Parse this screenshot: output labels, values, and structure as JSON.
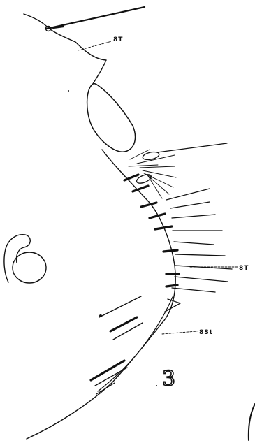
{
  "labels": {
    "tergite_upper": "8T",
    "tergite_lower": "8T",
    "sternite": "8St"
  },
  "figure_number": "3",
  "colors": {
    "ink": "#111111",
    "paper": "#ffffff"
  }
}
